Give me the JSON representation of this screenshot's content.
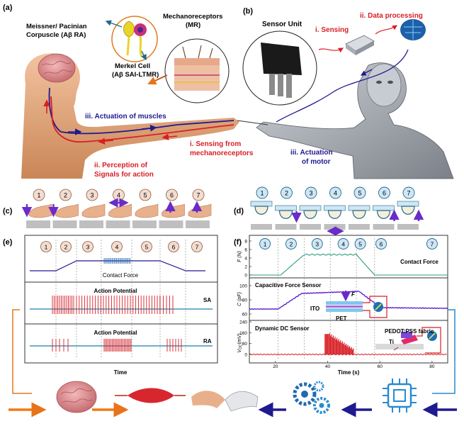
{
  "panels": {
    "a": "(a)",
    "b": "(b)",
    "c": "(c)",
    "d": "(d)",
    "e": "(e)",
    "f": "(f)"
  },
  "colors": {
    "red": "#d81f26",
    "blue": "#201a8f",
    "purple": "#5b21d6",
    "green": "#2e9e7e",
    "teal": "#1f6b8a",
    "orange": "#f07a12",
    "navy": "#1b1a6b",
    "gray": "#bfbfbf",
    "skin": "#e3a276",
    "lightblue": "#cfe6f5"
  },
  "a": {
    "meissner": "Meissner/ Pacinian",
    "corpuscle": "Corpuscle (Aβ RA)",
    "merkel": "Merkel Cell",
    "merkel_sub": "(Aβ SAI-LTMR)",
    "mech": "Mechanoreceptors",
    "mech_sub": "(MR)",
    "muscles": "iii. Actuation of muscles",
    "sensing1": "i. Sensing from",
    "sensing2": "mechanoreceptors",
    "perception1": "ii. Perception of",
    "perception2": "Signals for action"
  },
  "b": {
    "sensor_unit": "Sensor Unit",
    "sensing": "i. Sensing",
    "data": "ii. Data processing",
    "motor1": "iii. Actuation",
    "motor2": "of motor"
  },
  "steps": [
    "1",
    "2",
    "3",
    "4",
    "5",
    "6",
    "7"
  ],
  "e": {
    "contact_force": "Contact Force",
    "ap1": "Action Potential",
    "ap2": "Action Potential",
    "sa": "SA",
    "ra": "RA",
    "time": "Time"
  },
  "f": {
    "y1": "F (N)",
    "y2": "C (pF)",
    "y3": "V",
    "y3sub": "OC",
    "y3unit": "(mV)",
    "contact_force": "Contact Force",
    "cap_title": "Capacitive Force Sensor",
    "dc_title": "Dynamic DC Sensor",
    "ito": "ITO",
    "pet": "PET",
    "force": "F",
    "pedot": "PEDOT:PSS fabric",
    "ti": "Ti",
    "x_label": "Time (s)",
    "y1_ticks": [
      "0",
      "2",
      "4",
      "6",
      "8"
    ],
    "y2_ticks": [
      "60",
      "80",
      "100"
    ],
    "y3_ticks": [
      "0",
      "80",
      "160",
      "240"
    ],
    "x_ticks": [
      "20",
      "40",
      "60",
      "80"
    ]
  }
}
